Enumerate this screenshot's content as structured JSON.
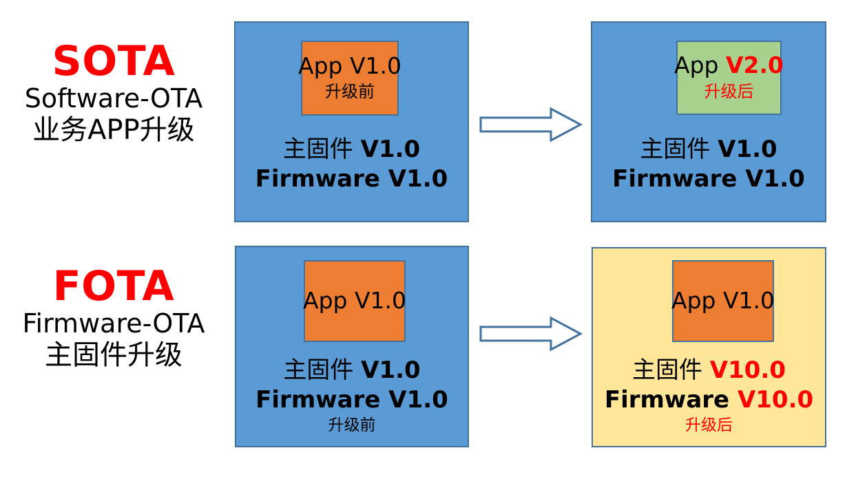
{
  "colors": {
    "accent_red": "#FF0000",
    "panel_blue": "#5B9BD5",
    "panel_yellow": "#FFE699",
    "app_orange": "#ED7D31",
    "app_green": "#A9D18E",
    "border_blue": "#41719C"
  },
  "rows": [
    {
      "legend": {
        "acronym": "SOTA",
        "subtitle_en": "Software-OTA",
        "subtitle_cn": "业务APP升级"
      },
      "before": {
        "panel_color": "#5B9BD5",
        "app": {
          "color": "#ED7D31",
          "line1": "App V1.0",
          "line2": "升级前",
          "line2_color": "#000000"
        },
        "firmware_cn_label": "主固件 ",
        "firmware_cn_version": "V1.0",
        "firmware_en_label": "Firmware ",
        "firmware_en_version": "V1.0",
        "firmware_version_color": "#000000",
        "note": ""
      },
      "after": {
        "panel_color": "#5B9BD5",
        "app": {
          "color": "#A9D18E",
          "line1": "App ",
          "line1_version": "V2.0",
          "line2": "升级后",
          "line2_color": "#FF0000"
        },
        "firmware_cn_label": "主固件 ",
        "firmware_cn_version": "V1.0",
        "firmware_en_label": "Firmware ",
        "firmware_en_version": "V1.0",
        "firmware_version_color": "#000000",
        "note": ""
      },
      "arrow": "right-arrow"
    },
    {
      "legend": {
        "acronym": "FOTA",
        "subtitle_en": "Firmware-OTA",
        "subtitle_cn": "主固件升级"
      },
      "before": {
        "panel_color": "#5B9BD5",
        "app": {
          "color": "#ED7D31",
          "line1": "App V1.0",
          "line2": "",
          "line2_color": "#000000"
        },
        "firmware_cn_label": "主固件 ",
        "firmware_cn_version": "V1.0",
        "firmware_en_label": "Firmware ",
        "firmware_en_version": "V1.0",
        "firmware_version_color": "#000000",
        "note": "升级前",
        "note_color": "#000000"
      },
      "after": {
        "panel_color": "#FFE699",
        "app": {
          "color": "#ED7D31",
          "line1": "App V1.0",
          "line2": "",
          "line2_color": "#000000"
        },
        "firmware_cn_label": "主固件 ",
        "firmware_cn_version": "V10.0",
        "firmware_en_label": "Firmware ",
        "firmware_en_version": "V10.0",
        "firmware_version_color": "#FF0000",
        "note": "升级后",
        "note_color": "#FF0000"
      },
      "arrow": "right-arrow"
    }
  ]
}
